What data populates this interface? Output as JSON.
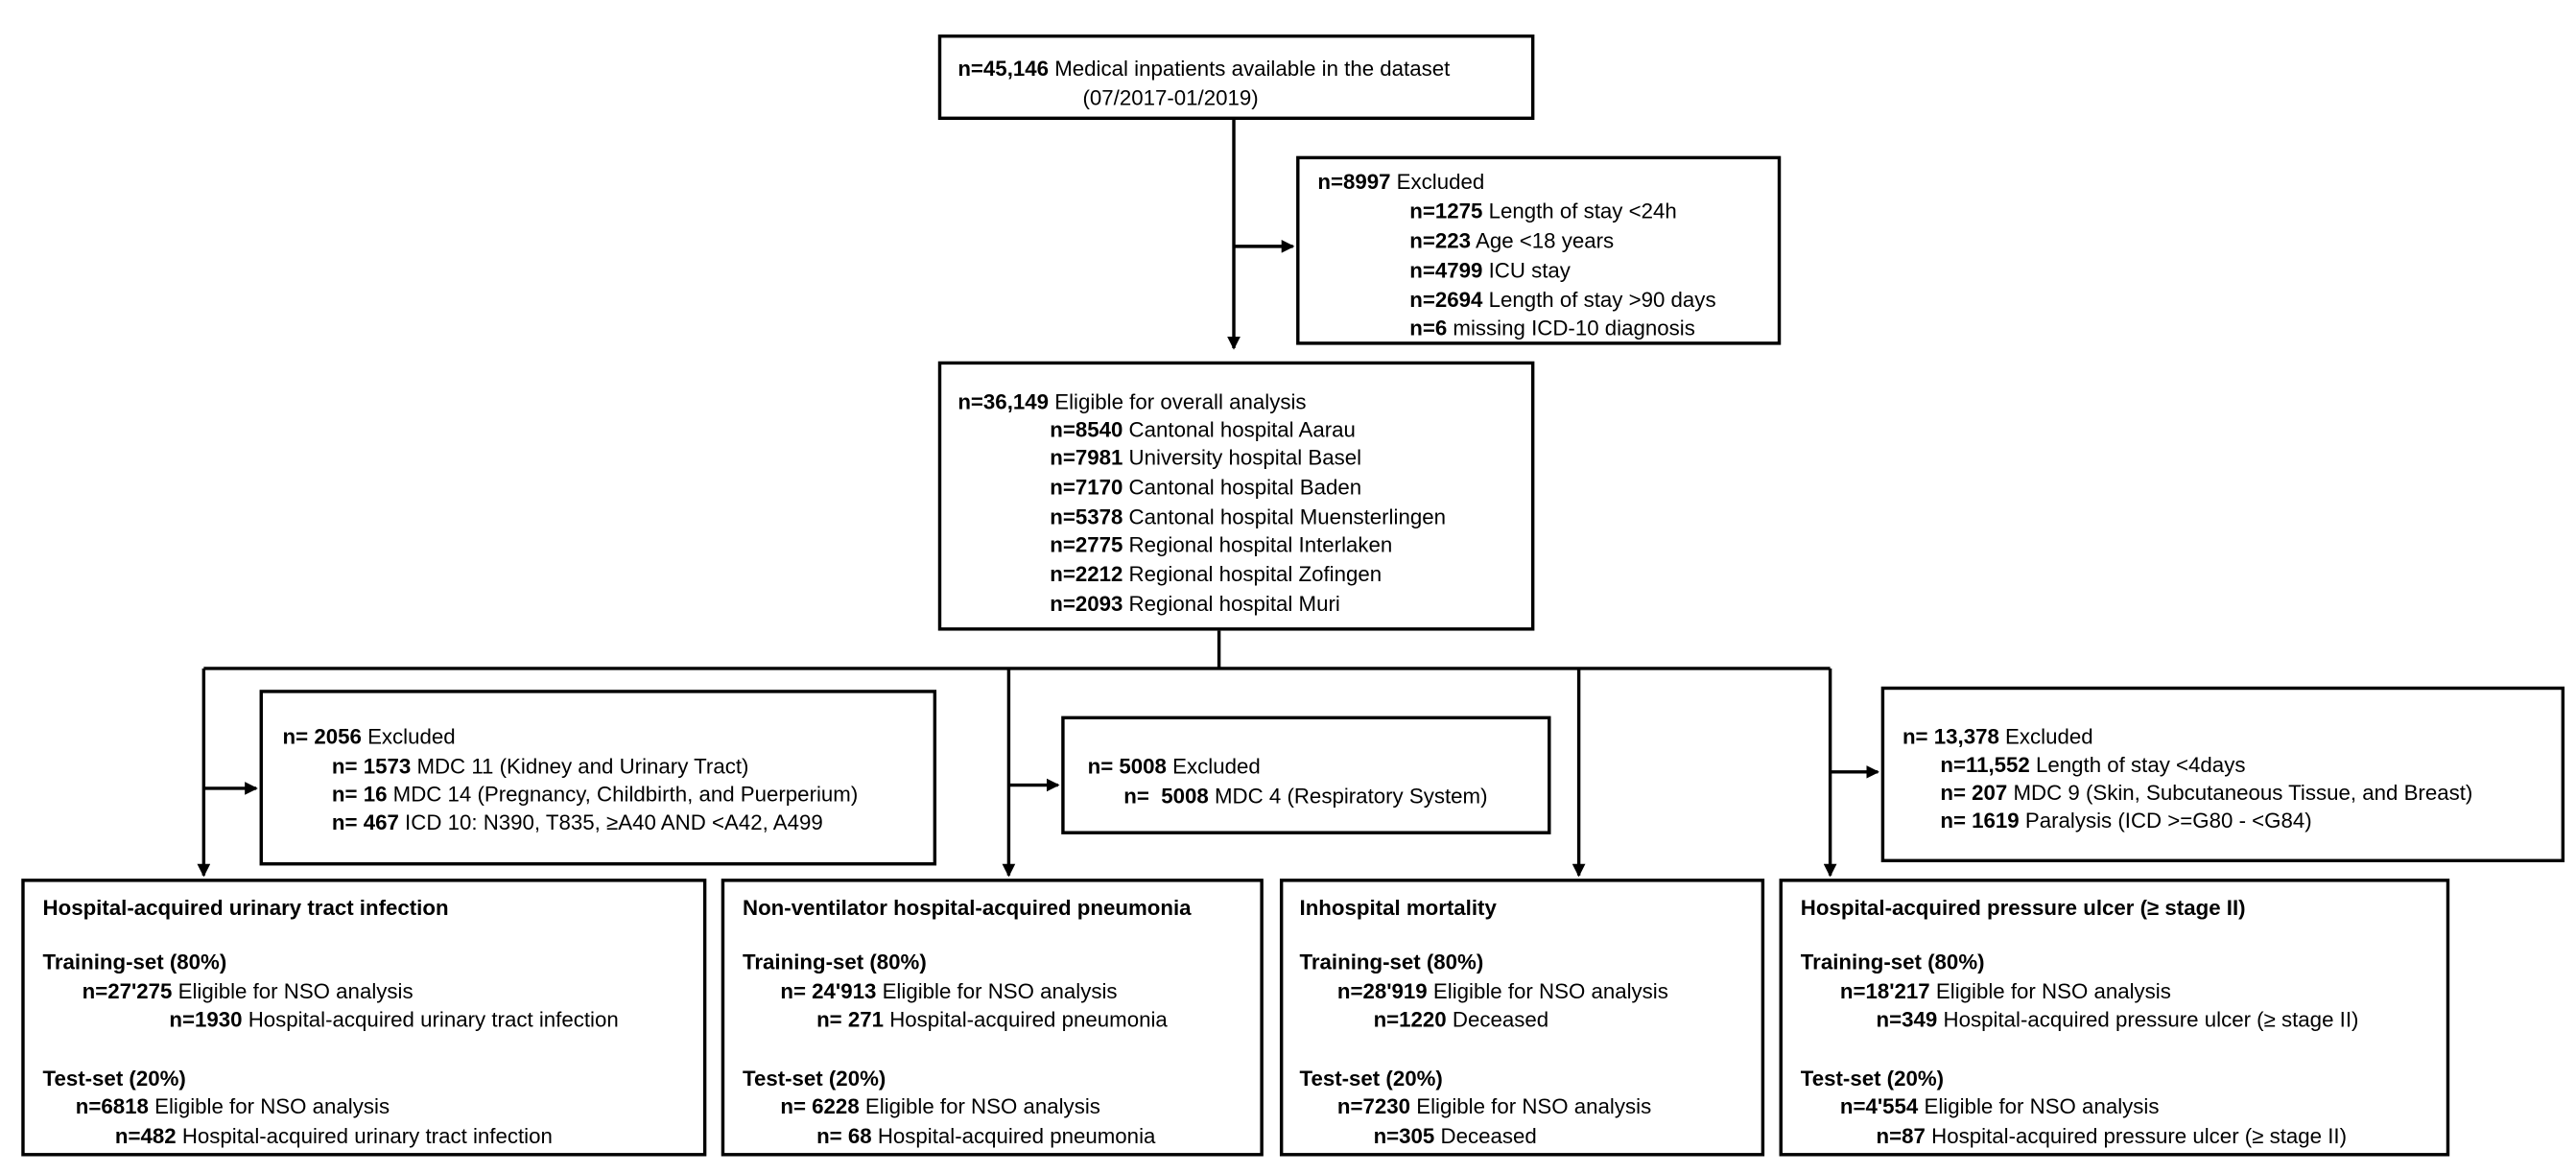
{
  "top": {
    "n": "n=45,146",
    "text": "Medical inpatients available in the dataset",
    "dates": "(07/2017-01/2019)"
  },
  "excluded1": {
    "n": "n=8997",
    "label": "Excluded",
    "items": [
      {
        "n": "n=1275",
        "text": "Length of stay <24h"
      },
      {
        "n": "n=223",
        "text": "Age <18 years"
      },
      {
        "n": "n=4799",
        "text": "ICU stay"
      },
      {
        "n": "n=2694",
        "text": "Length of stay >90 days"
      },
      {
        "n": "n=6",
        "text": "missing ICD-10 diagnosis"
      }
    ]
  },
  "eligible": {
    "n": "n=36,149",
    "label": "Eligible for overall analysis",
    "items": [
      {
        "n": "n=8540",
        "text": "Cantonal hospital Aarau"
      },
      {
        "n": "n=7981",
        "text": "University hospital Basel"
      },
      {
        "n": "n=7170",
        "text": "Cantonal hospital Baden"
      },
      {
        "n": "n=5378",
        "text": "Cantonal hospital Muensterlingen"
      },
      {
        "n": "n=2775",
        "text": "Regional hospital Interlaken"
      },
      {
        "n": "n=2212",
        "text": "Regional hospital Zofingen"
      },
      {
        "n": "n=2093",
        "text": "Regional hospital Muri"
      }
    ]
  },
  "exclUti": {
    "n": "n= 2056",
    "label": "Excluded",
    "items": [
      {
        "n": "n= 1573",
        "text": "MDC 11 (Kidney and Urinary Tract)"
      },
      {
        "n": "n= 16",
        "text": "MDC 14 (Pregnancy, Childbirth, and Puerperium)"
      },
      {
        "n": "n= 467",
        "text": "ICD 10: N390, T835, ≥A40 AND <A42, A499"
      }
    ]
  },
  "exclPneu": {
    "n": "n= 5008",
    "label": "Excluded",
    "items": [
      {
        "n": "n=  5008",
        "text": "MDC 4 (Respiratory System)"
      }
    ]
  },
  "exclUlcer": {
    "n": "n= 13,378",
    "label": "Excluded",
    "items": [
      {
        "n": "n=11,552",
        "text": "Length of stay <4days"
      },
      {
        "n": "n= 207",
        "text": "MDC 9 (Skin, Subcutaneous Tissue, and Breast)"
      },
      {
        "n": "n= 1619",
        "text": "Paralysis (ICD >=G80 - <G84)"
      }
    ]
  },
  "outcomes": [
    {
      "title": "Hospital-acquired urinary tract infection",
      "train_label": "Training-set (80%)",
      "train_n": "n=27'275",
      "train_text": "Eligible for NSO analysis",
      "train_ev_n": "n=1930",
      "train_ev_text": "Hospital-acquired urinary tract infection",
      "test_label": "Test-set (20%)",
      "test_n": "n=6818",
      "test_text": "Eligible for NSO analysis",
      "test_ev_n": "n=482",
      "test_ev_text": "Hospital-acquired urinary tract infection"
    },
    {
      "title": "Non-ventilator hospital-acquired pneumonia",
      "train_label": "Training-set (80%)",
      "train_n": "n= 24'913",
      "train_text": "Eligible for NSO analysis",
      "train_ev_n": "n= 271",
      "train_ev_text": "Hospital-acquired pneumonia",
      "test_label": "Test-set (20%)",
      "test_n": "n= 6228",
      "test_text": "Eligible for NSO analysis",
      "test_ev_n": "n= 68",
      "test_ev_text": "Hospital-acquired pneumonia"
    },
    {
      "title": "Inhospital mortality",
      "train_label": "Training-set (80%)",
      "train_n": "n=28'919",
      "train_text": "Eligible for NSO analysis",
      "train_ev_n": "n=1220",
      "train_ev_text": "Deceased",
      "test_label": "Test-set (20%)",
      "test_n": "n=7230",
      "test_text": "Eligible for NSO analysis",
      "test_ev_n": "n=305",
      "test_ev_text": "Deceased"
    },
    {
      "title": "Hospital-acquired pressure ulcer (≥ stage II)",
      "train_label": "Training-set (80%)",
      "train_n": "n=18'217",
      "train_text": "Eligible for NSO analysis",
      "train_ev_n": "n=349",
      "train_ev_text": "Hospital-acquired pressure ulcer (≥ stage II)",
      "test_label": "Test-set (20%)",
      "test_n": "n=4'554",
      "test_text": "Eligible for NSO analysis",
      "test_ev_n": "n=87",
      "test_ev_text": "Hospital-acquired pressure ulcer (≥ stage II)"
    }
  ]
}
